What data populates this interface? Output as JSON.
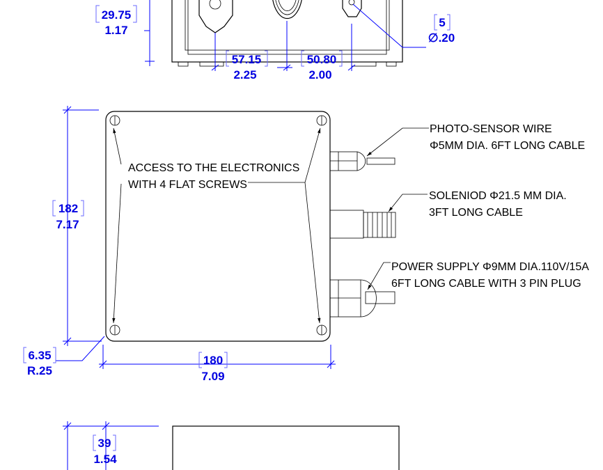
{
  "colors": {
    "dimension": "#0000ff",
    "line": "#000000"
  },
  "top_view": {
    "height_mm": "29.75",
    "height_in": "1.17",
    "spacing1_mm": "57.15",
    "spacing1_in": "2.25",
    "spacing2_mm": "50.80",
    "spacing2_in": "2.00",
    "hole_mm": "5",
    "hole_in": "∅.20"
  },
  "front_view": {
    "height_mm": "182",
    "height_in": "7.17",
    "width_mm": "180",
    "width_in": "7.09",
    "radius_mm": "6.35",
    "radius_in": "R.25",
    "note_line1": "ACCESS TO THE ELECTRONICS",
    "note_line2": "WITH 4 FLAT SCREWS",
    "photo_line1": "PHOTO-SENSOR WIRE",
    "photo_line2": "Φ5MM DIA. 6FT LONG CABLE",
    "solenoid_line1": "SOLENIOD Φ21.5 MM DIA.",
    "solenoid_line2": "3FT LONG CABLE",
    "power_line1": "POWER SUPPLY Φ9MM DIA.110V/15A",
    "power_line2": "6FT LONG CABLE WITH 3 PIN PLUG"
  },
  "side_view": {
    "depth_mm": "39",
    "depth_in": "1.54"
  }
}
